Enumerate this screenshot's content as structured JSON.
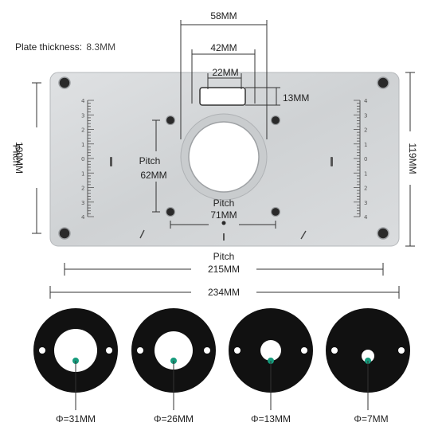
{
  "plate": {
    "thickness_label": "Plate thickness:",
    "thickness_value": "8.3MM"
  },
  "dimensions": {
    "d58": "58MM",
    "d42": "42MM",
    "d22": "22MM",
    "d13": "13MM",
    "pitch_word": "Pitch",
    "pitch62": "62MM",
    "pitch71": "71MM",
    "pitch215": "215MM",
    "total234": "234MM",
    "pitch100": "100MM",
    "total119": "119MM"
  },
  "rings": [
    {
      "label": "Φ=31MM"
    },
    {
      "label": "Φ=26MM"
    },
    {
      "label": "Φ=13MM"
    },
    {
      "label": "Φ=7MM"
    }
  ],
  "ruler_ticks": [
    "4",
    "3",
    "2",
    "1",
    "0",
    "1",
    "2",
    "3",
    "4"
  ],
  "colors": {
    "plate": "#d4d6d8",
    "plate_edge": "#b9bcbf",
    "ring": "#111111",
    "marker": "#169b7c",
    "line": "#333333"
  }
}
